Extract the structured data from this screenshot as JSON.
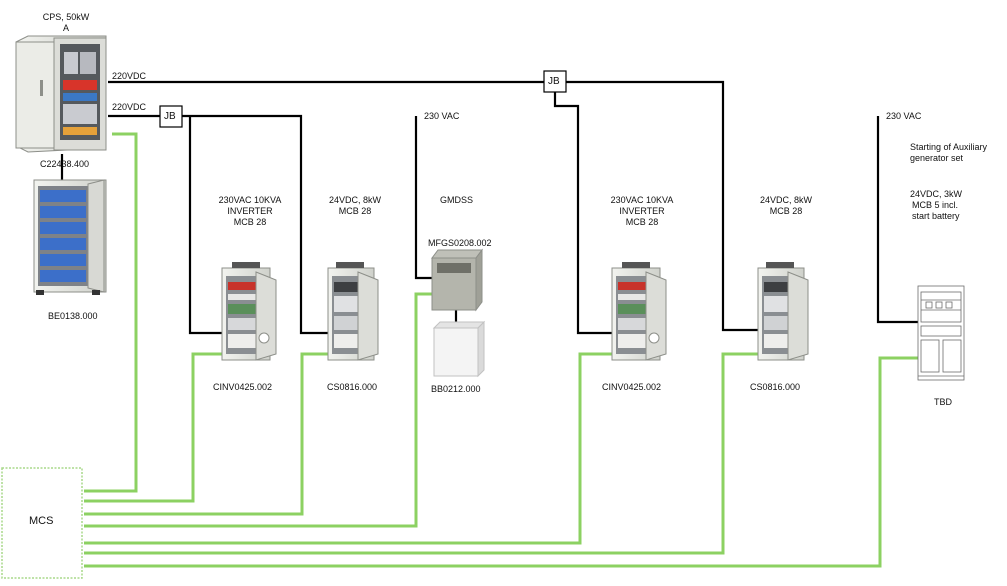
{
  "labels": {
    "cps_title": "CPS, 50kW",
    "cps_sub": "A",
    "cps_code": "C22438.400",
    "battery_code": "BE0138.000",
    "vdc_top": "220VDC",
    "vdc_mid": "220VDC",
    "jb_left": "JB",
    "jb_right": "JB",
    "vac_gmdss": "230 VAC",
    "vac_right": "230 VAC",
    "inv1_desc": [
      "230VAC 10KVA",
      "INVERTER",
      "MCB 28"
    ],
    "cs1_desc": [
      "24VDC, 8kW",
      "MCB 28"
    ],
    "gmdss": "GMDSS",
    "mfgs_code": "MFGS0208.002",
    "bb_code": "BB0212.000",
    "inv2_desc": [
      "230VAC 10KVA",
      "INVERTER",
      "MCB 28"
    ],
    "cs2_desc": [
      "24VDC, 8kW",
      "MCB 28"
    ],
    "aux_title": [
      "Starting of Auxiliary",
      "generator set"
    ],
    "aux_desc": [
      "24VDC, 3kW",
      "MCB 5 incl.",
      "start battery"
    ],
    "inv1_code": "CINV0425.002",
    "cs1_code": "CS0816.000",
    "inv2_code": "CINV0425.002",
    "cs2_code": "CS0816.000",
    "tbd": "TBD",
    "mcs": "MCS"
  },
  "colors": {
    "power_line": "#000000",
    "signal_line": "#8cd162",
    "cabinet": "#e6e7e2",
    "cabinet_edge": "#9a9c96",
    "mcs_border": "#a8d98a"
  }
}
